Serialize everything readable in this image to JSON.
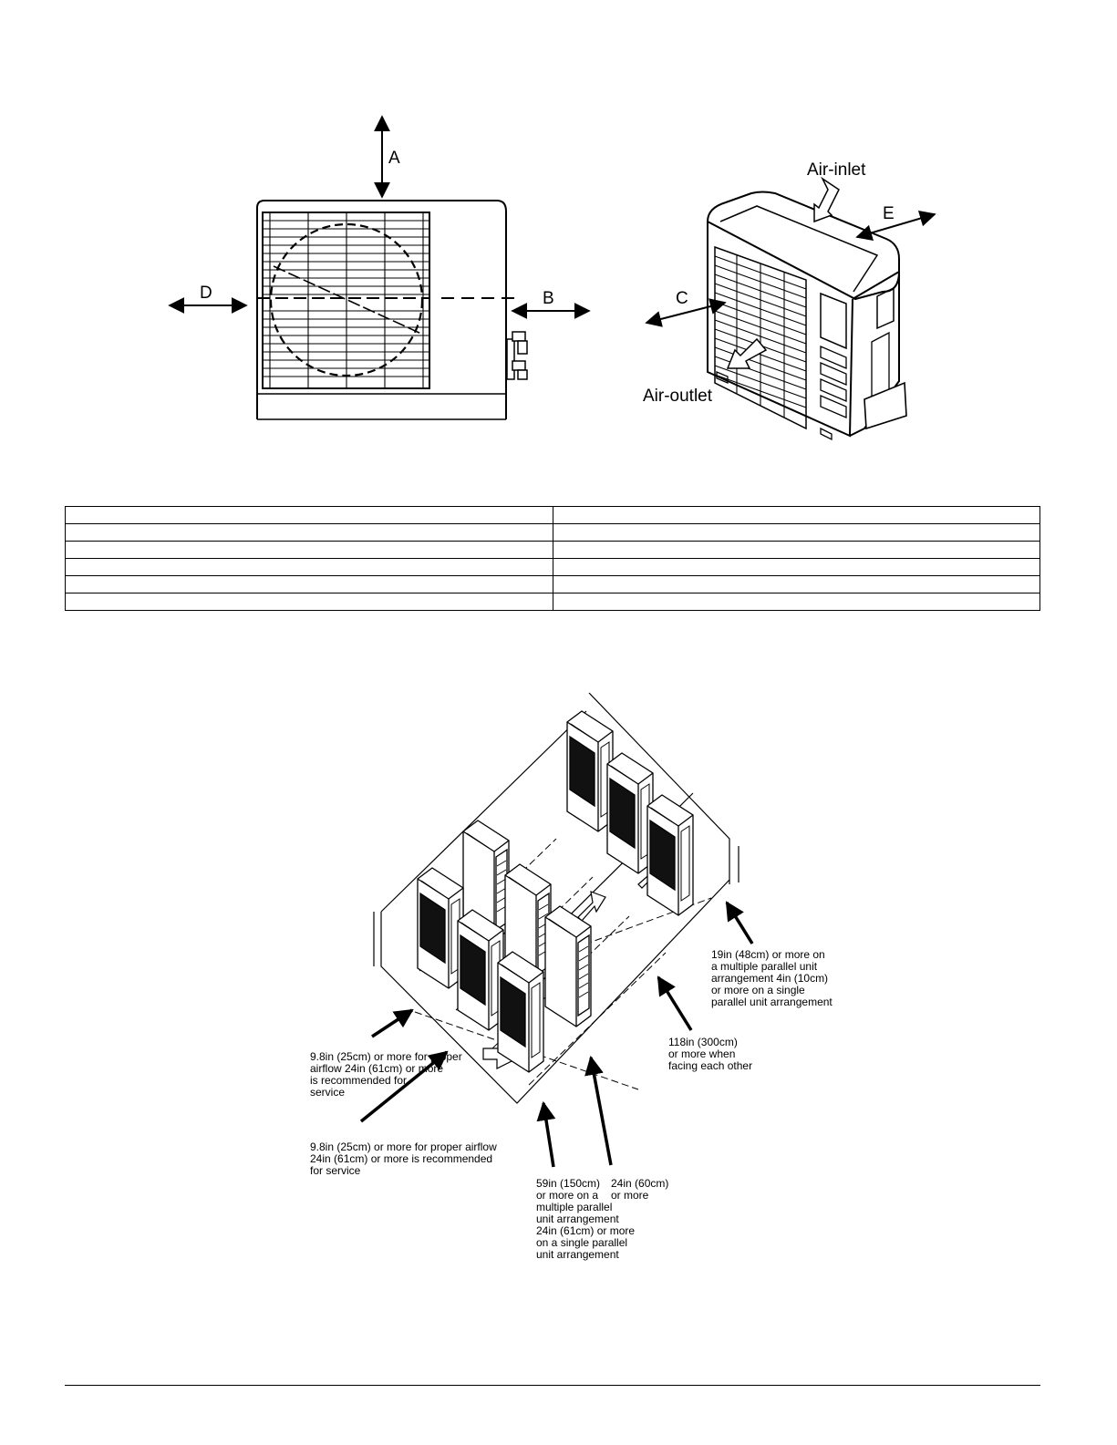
{
  "top_figure": {
    "labels": {
      "a": "A",
      "b": "B",
      "c": "C",
      "d": "D",
      "e": "E",
      "air_inlet": "Air-inlet",
      "air_outlet": "Air-outlet"
    }
  },
  "clearance_table": {
    "rows": [
      [
        "",
        ""
      ],
      [
        "",
        ""
      ],
      [
        "",
        ""
      ],
      [
        "",
        ""
      ],
      [
        "",
        ""
      ],
      [
        "",
        ""
      ]
    ]
  },
  "bottom_figure": {
    "callouts": {
      "right_top": [
        "19in (48cm) or more on",
        "a multiple parallel unit",
        "arrangement 4in (10cm)",
        "or more on a single",
        "parallel unit arrangement"
      ],
      "facing": [
        "118in (300cm)",
        "or more when",
        "facing each other"
      ],
      "left_upper": [
        "9.8in (25cm) or more for proper",
        "airflow 24in (61cm) or more",
        "is recommended for",
        "service"
      ],
      "left_lower": [
        "9.8in (25cm) or more for proper airflow",
        "24in (61cm) or more is recommended",
        "for service"
      ],
      "bottom_mid": [
        "59in (150cm)",
        "or more on a",
        "multiple parallel",
        "unit arrangement",
        "24in (61cm) or more",
        "on a single parallel",
        "unit arrangement"
      ],
      "bottom_right": [
        "24in (60cm)",
        "or more"
      ]
    }
  }
}
